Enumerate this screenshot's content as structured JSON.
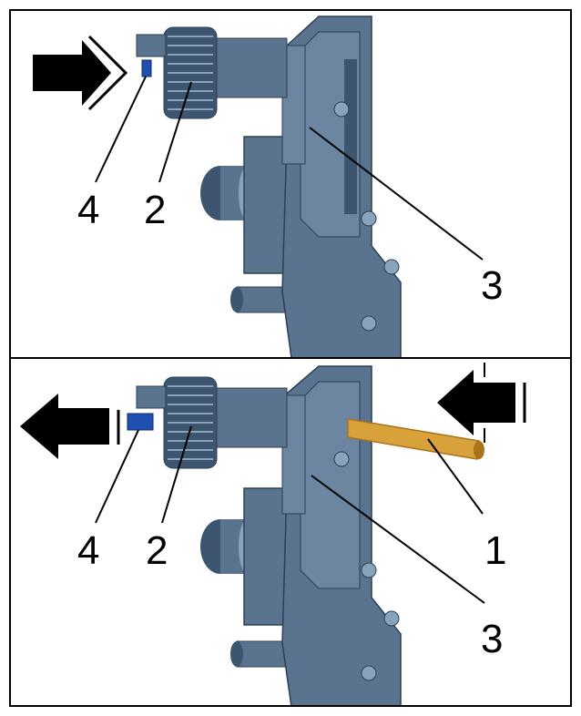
{
  "panels": [
    {
      "id": "top",
      "callouts": [
        {
          "label": "4"
        },
        {
          "label": "2"
        },
        {
          "label": "3"
        }
      ],
      "arrow_direction": "right"
    },
    {
      "id": "bottom",
      "callouts": [
        {
          "label": "4"
        },
        {
          "label": "2"
        },
        {
          "label": "1"
        },
        {
          "label": "3"
        }
      ],
      "arrow_direction": "left",
      "insert_arrow_direction": "left"
    }
  ],
  "colors": {
    "body": "#5a7490",
    "body_dark": "#3e5570",
    "body_light": "#8aa3bc",
    "pin_blue": "#1f4fb0",
    "rod": "#d9a13a",
    "rod_dark": "#a8731b",
    "arrow": "#000000"
  }
}
